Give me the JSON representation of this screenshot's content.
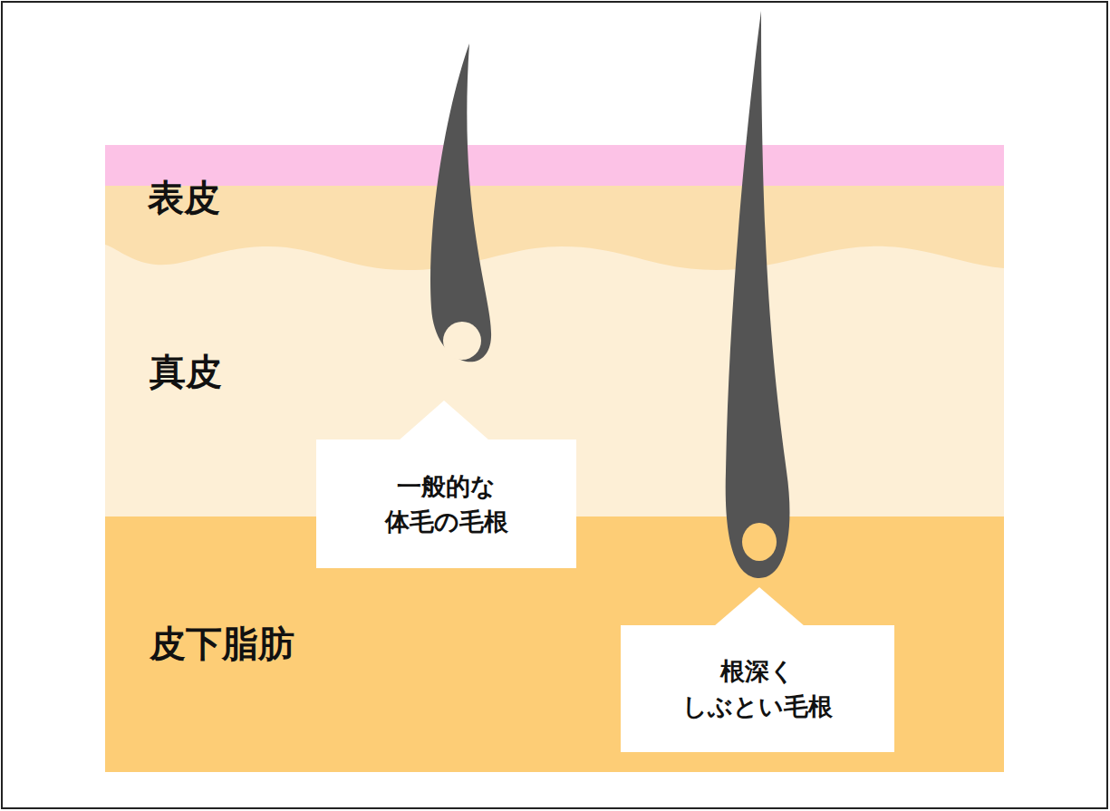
{
  "diagram": {
    "nodes": [
      {
        "text": [
          "表皮"
        ]
      },
      {
        "text": [
          "真皮"
        ]
      },
      {
        "text": [
          "皮下脂肪"
        ]
      },
      {
        "text": [
          "一般的な 体毛の毛根"
        ]
      },
      {
        "text": [
          "根深く しぶとい毛根"
        ],
        "in": 2
      }
    ]
  }
}
